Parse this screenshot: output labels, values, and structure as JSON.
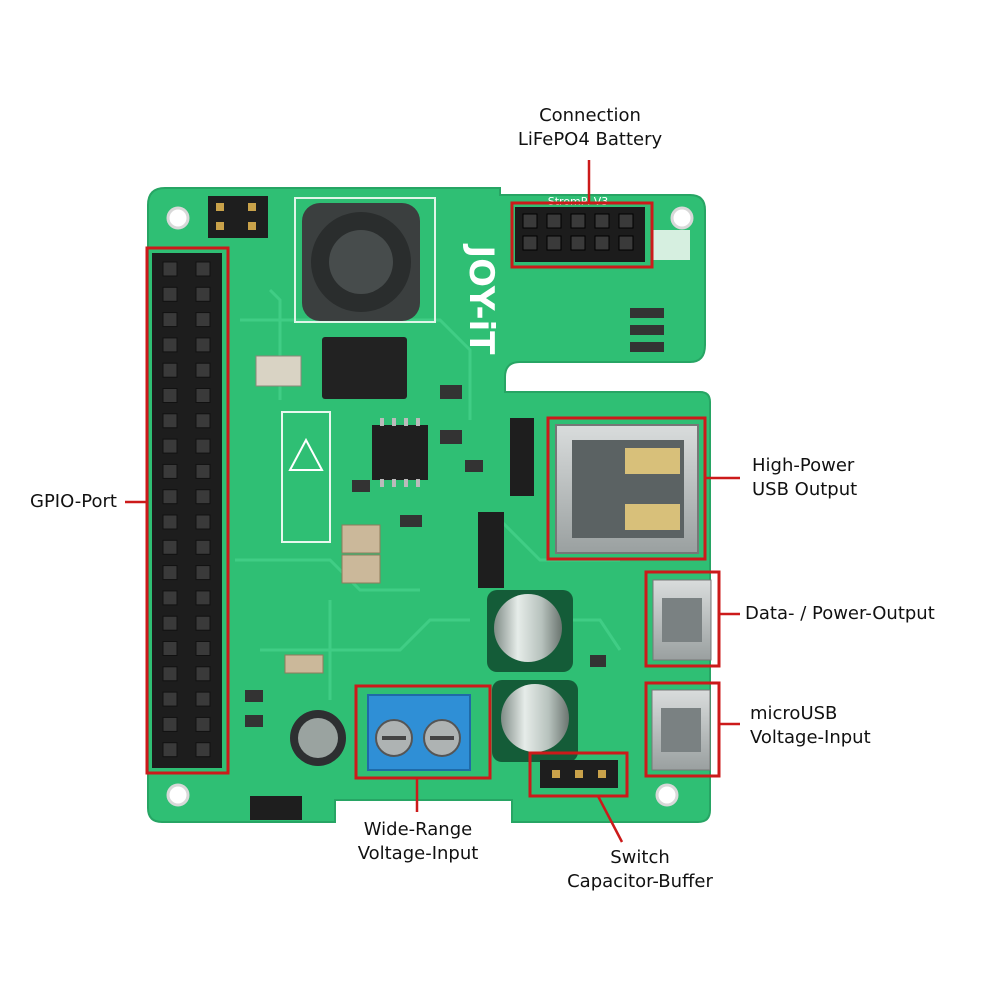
{
  "board": {
    "brand": "JOY-iT",
    "model_silkscreen": "StromPi V3",
    "colors": {
      "pcb": "#2fbf74",
      "pcb_trace": "#3ccb80",
      "header_pin": "#1b1b1b",
      "highlight": "#cc1a1a",
      "terminal_block": "#2f8fd6"
    }
  },
  "callouts": {
    "battery": {
      "line1": "Connection",
      "line2": "LiFePO4  Battery"
    },
    "gpio": {
      "line1": "GPIO-Port"
    },
    "usb_high_power": {
      "line1": "High-Power",
      "line2": "USB  Output"
    },
    "data_power": {
      "line1": "Data- / Power-Output"
    },
    "microusb": {
      "line1": "microUSB",
      "line2": "Voltage-Input"
    },
    "wide_range": {
      "line1": "Wide-Range",
      "line2": "Voltage-Input"
    },
    "switch_cap": {
      "line1": "Switch",
      "line2": "Capacitor-Buffer"
    }
  }
}
